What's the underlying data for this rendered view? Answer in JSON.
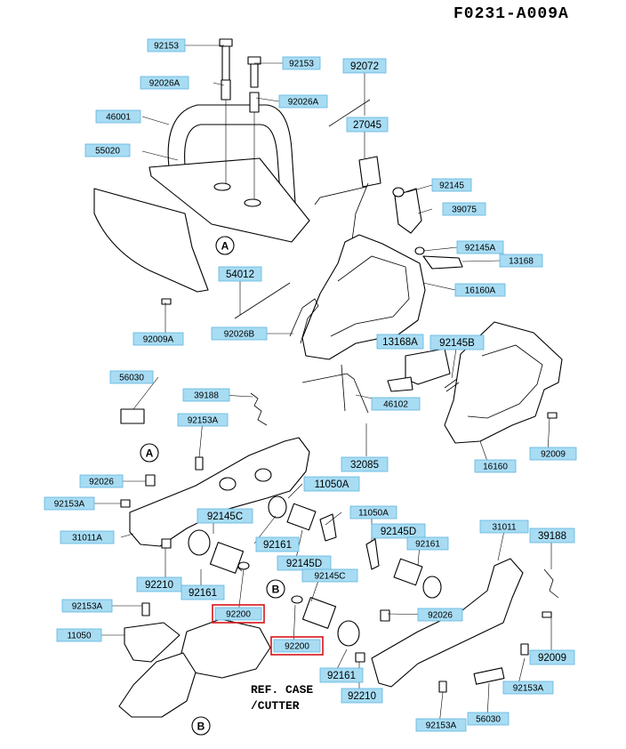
{
  "diagram": {
    "title": "F0231-A009A",
    "ref_case_line1": "REF. CASE",
    "ref_case_line2": "/CUTTER",
    "callouts": [
      {
        "id": "c1",
        "label": "92153",
        "highlighted": false
      },
      {
        "id": "c2",
        "label": "92153",
        "highlighted": false
      },
      {
        "id": "c3",
        "label": "92026A",
        "highlighted": false
      },
      {
        "id": "c4",
        "label": "92026A",
        "highlighted": false
      },
      {
        "id": "c5",
        "label": "92072",
        "highlighted": false
      },
      {
        "id": "c6",
        "label": "46001",
        "highlighted": false
      },
      {
        "id": "c7",
        "label": "27045",
        "highlighted": false
      },
      {
        "id": "c8",
        "label": "55020",
        "highlighted": false
      },
      {
        "id": "c9",
        "label": "92145",
        "highlighted": false
      },
      {
        "id": "c10",
        "label": "39075",
        "highlighted": false
      },
      {
        "id": "c11",
        "label": "92145A",
        "highlighted": false
      },
      {
        "id": "c12",
        "label": "13168",
        "highlighted": false
      },
      {
        "id": "c13",
        "label": "54012",
        "highlighted": false
      },
      {
        "id": "c14",
        "label": "16160A",
        "highlighted": false
      },
      {
        "id": "c15",
        "label": "92009A",
        "highlighted": false
      },
      {
        "id": "c16",
        "label": "92026B",
        "highlighted": false
      },
      {
        "id": "c17",
        "label": "13168A",
        "highlighted": false
      },
      {
        "id": "c18",
        "label": "92145B",
        "highlighted": false
      },
      {
        "id": "c19",
        "label": "56030",
        "highlighted": false
      },
      {
        "id": "c20",
        "label": "39188",
        "highlighted": false
      },
      {
        "id": "c21",
        "label": "46102",
        "highlighted": false
      },
      {
        "id": "c22",
        "label": "92153A",
        "highlighted": false
      },
      {
        "id": "c23",
        "label": "16160",
        "highlighted": false
      },
      {
        "id": "c24",
        "label": "92009",
        "highlighted": false
      },
      {
        "id": "c25",
        "label": "32085",
        "highlighted": false
      },
      {
        "id": "c26",
        "label": "92026",
        "highlighted": false
      },
      {
        "id": "c27",
        "label": "11050A",
        "highlighted": false
      },
      {
        "id": "c28",
        "label": "92153A",
        "highlighted": false
      },
      {
        "id": "c29",
        "label": "92145C",
        "highlighted": false
      },
      {
        "id": "c30",
        "label": "11050A",
        "highlighted": false
      },
      {
        "id": "c31",
        "label": "31011A",
        "highlighted": false
      },
      {
        "id": "c32",
        "label": "31011",
        "highlighted": false
      },
      {
        "id": "c33",
        "label": "92145D",
        "highlighted": false
      },
      {
        "id": "c34",
        "label": "39188",
        "highlighted": false
      },
      {
        "id": "c35",
        "label": "92161",
        "highlighted": false
      },
      {
        "id": "c36",
        "label": "92161",
        "highlighted": false
      },
      {
        "id": "c37",
        "label": "92145D",
        "highlighted": false
      },
      {
        "id": "c38",
        "label": "92210",
        "highlighted": false
      },
      {
        "id": "c39",
        "label": "92161",
        "highlighted": false
      },
      {
        "id": "c40",
        "label": "92145C",
        "highlighted": false
      },
      {
        "id": "c41",
        "label": "92153A",
        "highlighted": false
      },
      {
        "id": "c42",
        "label": "92200",
        "highlighted": true
      },
      {
        "id": "c43",
        "label": "92026",
        "highlighted": false
      },
      {
        "id": "c44",
        "label": "11050",
        "highlighted": false
      },
      {
        "id": "c45",
        "label": "92200",
        "highlighted": true
      },
      {
        "id": "c46",
        "label": "92009",
        "highlighted": false
      },
      {
        "id": "c47",
        "label": "92161",
        "highlighted": false
      },
      {
        "id": "c48",
        "label": "92210",
        "highlighted": false
      },
      {
        "id": "c49",
        "label": "92153A",
        "highlighted": false
      },
      {
        "id": "c50",
        "label": "92153A",
        "highlighted": false
      },
      {
        "id": "c51",
        "label": "56030",
        "highlighted": false
      }
    ],
    "refs": [
      {
        "id": "rA1",
        "letter": "A"
      },
      {
        "id": "rA2",
        "letter": "A"
      },
      {
        "id": "rB1",
        "letter": "B"
      },
      {
        "id": "rB2",
        "letter": "B"
      }
    ]
  }
}
